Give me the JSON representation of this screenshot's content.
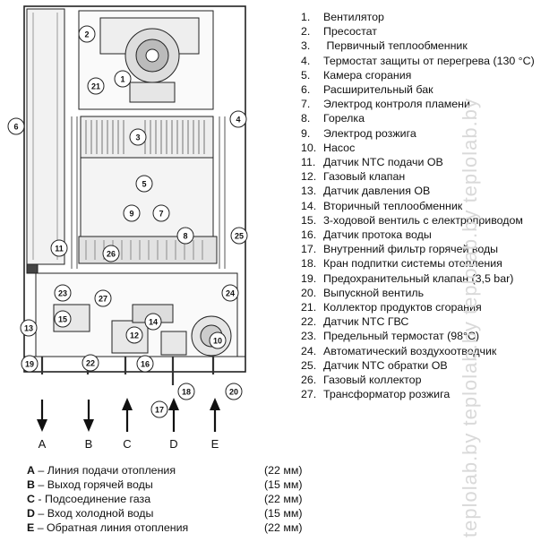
{
  "legend": [
    {
      "num": "1.",
      "label": "Вентилятор"
    },
    {
      "num": "2.",
      "label": "Пресостат"
    },
    {
      "num": "3.",
      "label": " Первичный теплообменник"
    },
    {
      "num": "4.",
      "label": "Термостат защиты от перегрева (130 °C)"
    },
    {
      "num": "5.",
      "label": "Камера сгорания"
    },
    {
      "num": "6.",
      "label": "Расширительный бак"
    },
    {
      "num": "7.",
      "label": "Электрод контроля пламени"
    },
    {
      "num": "8.",
      "label": "Горелка"
    },
    {
      "num": "9.",
      "label": "Электрод розжига"
    },
    {
      "num": "10.",
      "label": "Насос"
    },
    {
      "num": "11.",
      "label": "Датчик NTC подачи ОВ"
    },
    {
      "num": "12.",
      "label": "Газовый клапан"
    },
    {
      "num": "13.",
      "label": "Датчик давления ОВ"
    },
    {
      "num": "14.",
      "label": "Вторичный теплообменник"
    },
    {
      "num": "15.",
      "label": "3-ходовой вентиль с електроприводом"
    },
    {
      "num": "16.",
      "label": "Датчик протока воды"
    },
    {
      "num": "17.",
      "label": "Внутренний фильтр горячей воды"
    },
    {
      "num": "18.",
      "label": "Кран подпитки системы отопления"
    },
    {
      "num": "19.",
      "label": "Предохранительный клапан (3,5 bar)"
    },
    {
      "num": "20.",
      "label": "Выпускной вентиль"
    },
    {
      "num": "21.",
      "label": "Коллектор продуктов сгорания"
    },
    {
      "num": "22.",
      "label": "Датчик NTC ГВС"
    },
    {
      "num": "23.",
      "label": "Предельный термостат (98°C)"
    },
    {
      "num": "24.",
      "label": "Автоматический воздухоотводчик"
    },
    {
      "num": "25.",
      "label": "Датчик NTC обратки ОВ"
    },
    {
      "num": "26.",
      "label": "Газовый коллектор"
    },
    {
      "num": "27.",
      "label": "Трансформатор розжига"
    }
  ],
  "callouts": [
    "1",
    "2",
    "3",
    "4",
    "5",
    "6",
    "7",
    "8",
    "9",
    "10",
    "11",
    "12",
    "13",
    "14",
    "15",
    "16",
    "17",
    "18",
    "19",
    "20",
    "21",
    "22",
    "23",
    "24",
    "25",
    "26",
    "27"
  ],
  "connections": [
    {
      "key": "A",
      "desc": " – Линия подачи отопления",
      "dim": "(22 мм)",
      "direction": "down"
    },
    {
      "key": "B",
      "desc": " – Выход горячей воды",
      "dim": "(15 мм)",
      "direction": "down"
    },
    {
      "key": "C",
      "desc": " - Подсоединение газа",
      "dim": "(22 мм)",
      "direction": "up"
    },
    {
      "key": "D",
      "desc": " – Вход холодной воды",
      "dim": "(15 мм)",
      "direction": "up"
    },
    {
      "key": "E",
      "desc": " – Обратная линия отопления",
      "dim": "(22 мм)",
      "direction": "up"
    }
  ],
  "watermark": "teplolab.by   teplolab.by   teplolab.by   teplolab.by"
}
